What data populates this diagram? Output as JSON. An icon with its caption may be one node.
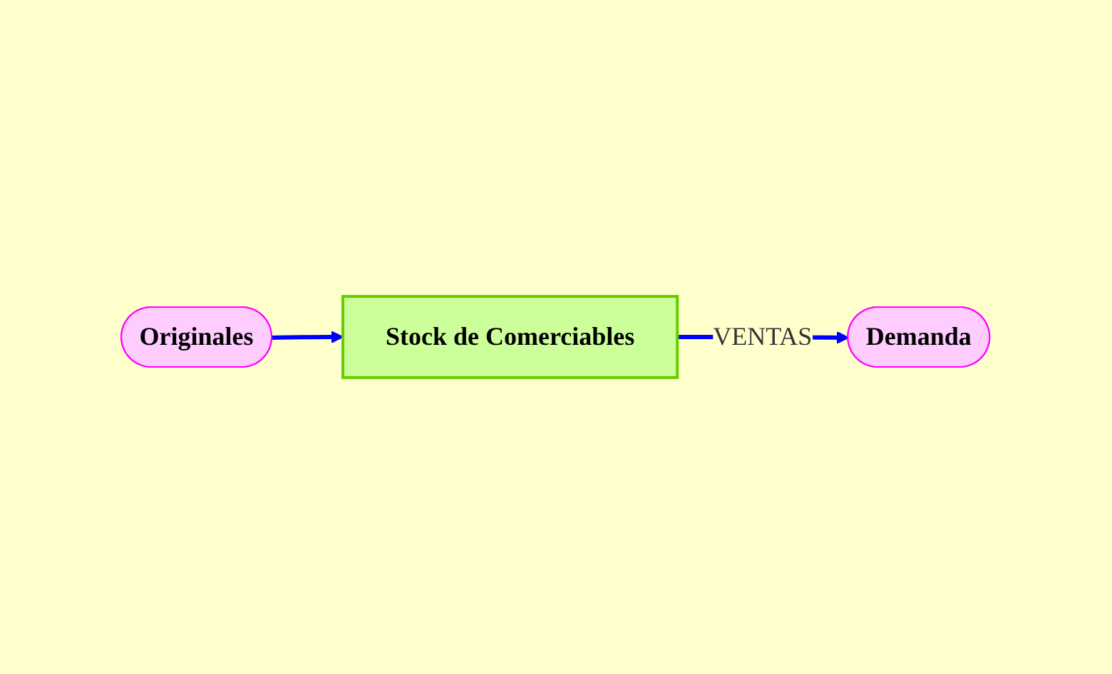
{
  "diagram": {
    "nodes": [
      {
        "text": [
          "Originales"
        ]
      },
      {
        "text": [
          "Stock de Comerciables"
        ]
      },
      {
        "text": [
          "Demanda"
        ]
      }
    ],
    "edges": [
      {
        "from": 0,
        "to": 1,
        "arrow": "to"
      },
      {
        "from": 1,
        "to": 2,
        "arrow": "to",
        "label": "VENTAS"
      }
    ]
  }
}
